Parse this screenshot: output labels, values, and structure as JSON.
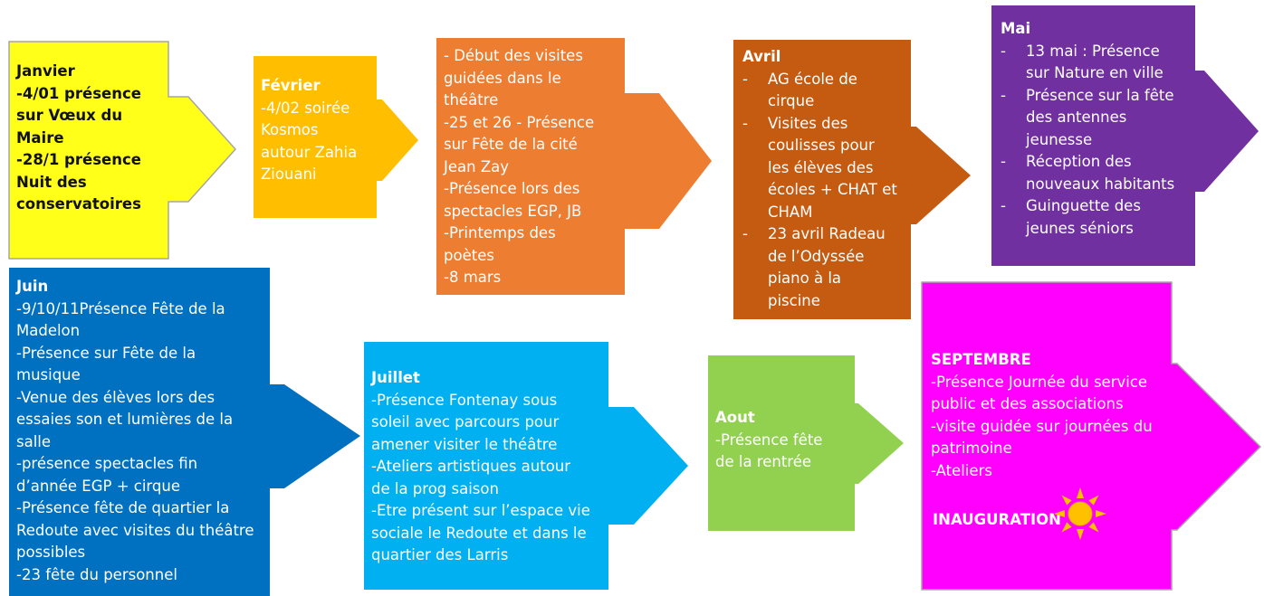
{
  "colors": {
    "janvier": "#ffff1a",
    "fevrier": "#ffbf00",
    "mars": "#ed7d31",
    "avril": "#c55a11",
    "mai": "#7030a0",
    "juin": "#0070c0",
    "juillet": "#00b0f0",
    "aout": "#92d050",
    "septembre": "#ff00ff",
    "sun": "#ffc000"
  },
  "janvier": {
    "title": "Janvier",
    "lines": [
      "-4/01 présence",
      "sur Vœux du",
      "Maire",
      "-28/1 présence",
      "Nuit des",
      "conservatoires"
    ]
  },
  "fevrier": {
    "title": "Février",
    "lines": [
      "-4/02 soirée",
      "Kosmos",
      "autour Zahia",
      "Ziouani"
    ]
  },
  "mars": {
    "lines": [
      "- Début des visites",
      "guidées dans le",
      "théâtre",
      "-25 et 26 - Présence",
      "sur Fête de la cité",
      "Jean Zay",
      "-Présence lors des",
      "spectacles EGP, JB",
      "-Printemps des",
      "poètes",
      "-8 mars"
    ]
  },
  "avril": {
    "title": "Avril",
    "items": [
      [
        "AG école de",
        "cirque"
      ],
      [
        "Visites des",
        "coulisses pour",
        "les élèves des",
        "écoles + CHAT et",
        "CHAM"
      ],
      [
        "23 avril Radeau",
        "de l’Odyssée",
        "piano à la",
        "piscine"
      ]
    ]
  },
  "mai": {
    "title": "Mai",
    "items": [
      [
        "13 mai : Présence",
        "sur Nature en ville"
      ],
      [
        "Présence sur la fête",
        "des antennes",
        "jeunesse"
      ],
      [
        "Réception des",
        "nouveaux habitants"
      ],
      [
        "Guinguette des",
        "jeunes séniors"
      ]
    ]
  },
  "juin": {
    "title": "Juin",
    "lines": [
      "-9/10/11Présence Fête de la",
      "Madelon",
      "-Présence sur Fête de la",
      "musique",
      "-Venue des élèves lors des",
      "essaies son et lumières de la",
      "salle",
      "-présence spectacles fin",
      "d’année EGP + cirque",
      "-Présence fête de quartier la",
      "Redoute avec visites du théâtre",
      "possibles",
      "-23 fête du personnel"
    ]
  },
  "juillet": {
    "title": "Juillet",
    "lines": [
      "-Présence Fontenay sous",
      "soleil avec parcours pour",
      "amener visiter le théâtre",
      "-Ateliers artistiques autour",
      "de la prog saison",
      "-Etre présent sur l’espace vie",
      "sociale le Redoute et dans le",
      "quartier des Larris"
    ]
  },
  "aout": {
    "title": "Aout",
    "lines": [
      "-Présence fête",
      "de la rentrée"
    ]
  },
  "septembre": {
    "title": "SEPTEMBRE",
    "lines": [
      "-Présence Journée du service",
      "public et des associations",
      "-visite guidée sur journées du",
      "patrimoine",
      "-Ateliers"
    ],
    "footer": "INAUGURATION",
    "icon": "sun-icon"
  }
}
